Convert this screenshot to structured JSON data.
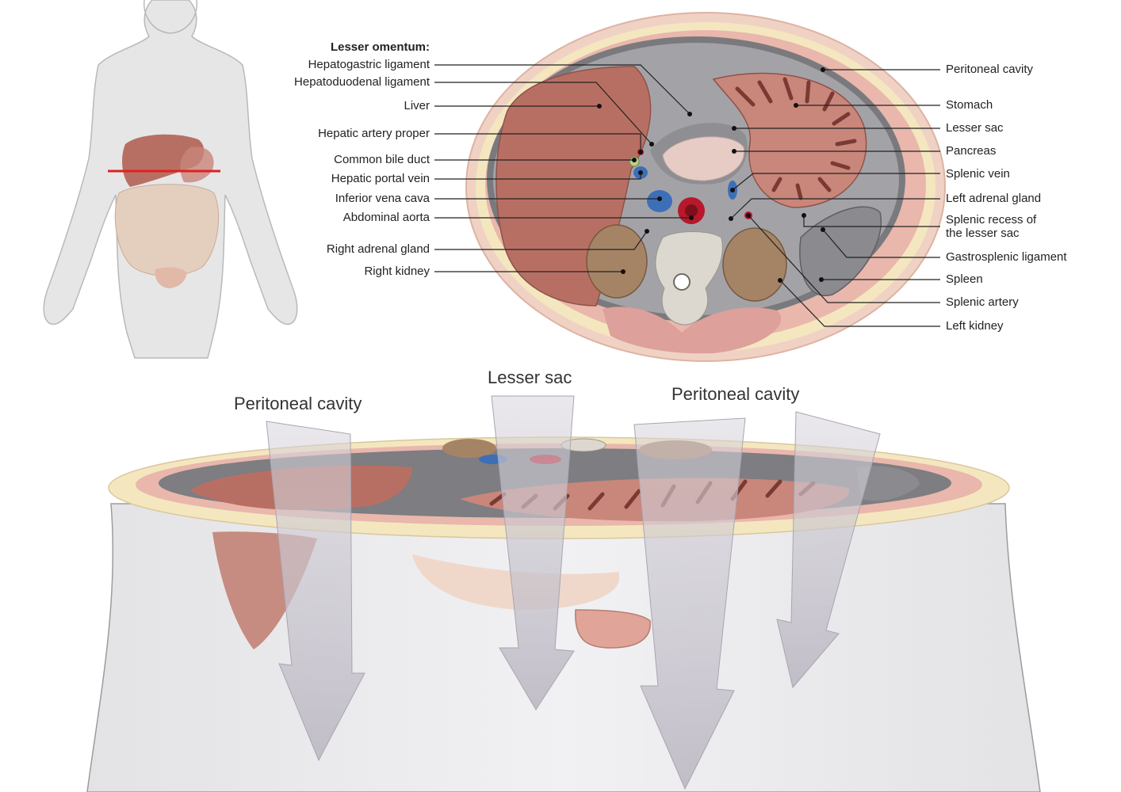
{
  "left_labels": {
    "group_heading": "Lesser omentum:",
    "hepatogastric_ligament": "Hepatogastric ligament",
    "hepatoduodenal_ligament": "Hepatoduodenal ligament",
    "liver": "Liver",
    "hepatic_artery_proper": "Hepatic artery proper",
    "common_bile_duct": "Common bile duct",
    "hepatic_portal_vein": "Hepatic portal vein",
    "inferior_vena_cava": "Inferior vena cava",
    "abdominal_aorta": "Abdominal aorta",
    "right_adrenal_gland": "Right adrenal gland",
    "right_kidney": "Right kidney"
  },
  "right_labels": {
    "peritoneal_cavity": "Peritoneal cavity",
    "stomach": "Stomach",
    "lesser_sac": "Lesser sac",
    "pancreas": "Pancreas",
    "splenic_vein": "Splenic vein",
    "left_adrenal_gland": "Left adrenal gland",
    "splenic_recess_line1": "Splenic recess of",
    "splenic_recess_line2": "the lesser sac",
    "gastrosplenic_ligament": "Gastrosplenic ligament",
    "spleen": "Spleen",
    "splenic_artery": "Splenic artery",
    "left_kidney": "Left kidney"
  },
  "lower_labels": {
    "peritoneal_cavity_left": "Peritoneal cavity",
    "lesser_sac": "Lesser sac",
    "peritoneal_cavity_right": "Peritoneal cavity"
  },
  "colors": {
    "leader_line": "#222222",
    "section_plane": "#e02020",
    "liver": "#b86f63",
    "stomach": "#c9867a",
    "peritoneum": "#6f6f73",
    "fat": "#f4e7bf",
    "vein": "#3d6fb8",
    "artery": "#b8182b",
    "kidney": "#a58466",
    "arrow": "#c4c0ca"
  }
}
